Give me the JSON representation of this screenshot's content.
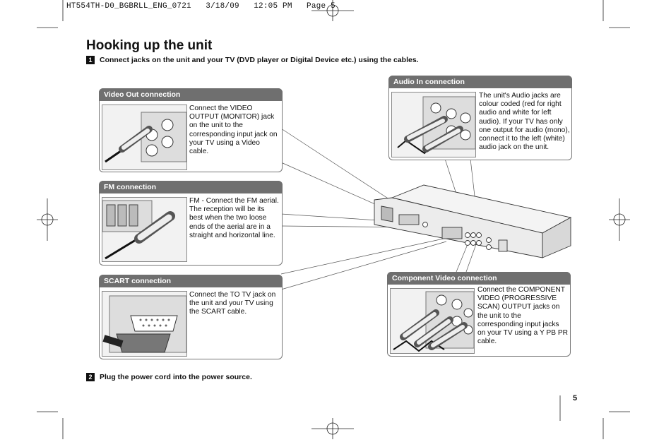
{
  "header_line": "HT554TH-D0_BGBRLL_ENG_0721   3/18/09   12:05 PM   Page 5",
  "title": "Hooking up the unit",
  "steps": [
    {
      "num": "1",
      "text": "Connect jacks on the unit and your TV (DVD player or Digital Device etc.) using the cables."
    },
    {
      "num": "2",
      "text": "Plug the power cord into the power source."
    }
  ],
  "panels": {
    "video_out": {
      "heading": "Video Out connection",
      "text": "Connect the VIDEO OUTPUT (MONITOR) jack on the unit to the corresponding input jack on your TV using a Video cable."
    },
    "fm": {
      "heading": "FM connection",
      "text": "FM - Connect the FM aerial. The reception will be its best when the two loose ends of the aerial are in a straight and horizontal line."
    },
    "scart": {
      "heading": "SCART connection",
      "text": "Connect the TO TV jack on the unit and your TV using the SCART cable."
    },
    "audio_in": {
      "heading": "Audio In connection",
      "text": "The unit's Audio jacks are colour coded (red for right audio and white for left audio). If your TV has only one output for audio (mono), connect it to the left (white) audio jack on the unit."
    },
    "component": {
      "heading": "Component Video connection",
      "text": "Connect the COMPONENT VIDEO (PROGRESSIVE SCAN) OUTPUT jacks on the unit to the corresponding input jacks on your TV using a Y PB PR cable."
    }
  },
  "page_number": "5"
}
